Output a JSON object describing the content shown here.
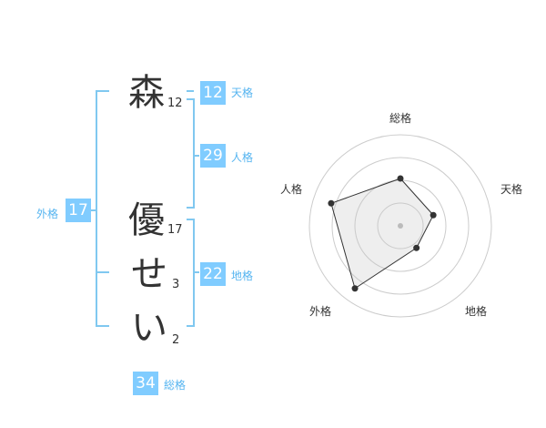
{
  "name": {
    "chars": [
      {
        "char": "森",
        "strokes": "12"
      },
      {
        "char": "優",
        "strokes": "17"
      },
      {
        "char": "せ",
        "strokes": "3"
      },
      {
        "char": "い",
        "strokes": "2"
      }
    ]
  },
  "fortune": {
    "tenkaku": {
      "value": "12",
      "label": "天格"
    },
    "jinkaku": {
      "value": "29",
      "label": "人格"
    },
    "chikaku": {
      "value": "22",
      "label": "地格"
    },
    "gaikaku": {
      "value": "17",
      "label": "外格"
    },
    "soukaku": {
      "value": "34",
      "label": "総格"
    }
  },
  "colors": {
    "accent": "#80ccff",
    "bracket": "#80c8f0",
    "label": "#55b4f0",
    "text": "#333333"
  },
  "chart_data": {
    "type": "radar",
    "axes": [
      "総格",
      "天格",
      "地格",
      "外格",
      "人格"
    ],
    "values": [
      0.52,
      0.38,
      0.3,
      0.85,
      0.8
    ],
    "rings": 4,
    "max": 1
  }
}
